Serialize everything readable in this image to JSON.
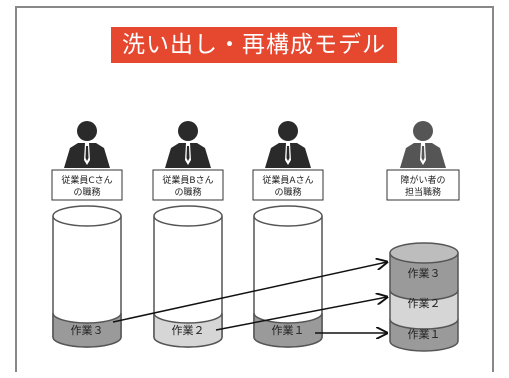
{
  "title": "洗い出し・再構成モデル",
  "employees": [
    {
      "label_line1": "従業員Cさん",
      "label_line2": "の職務",
      "task": "作業３"
    },
    {
      "label_line1": "従業員Bさん",
      "label_line2": "の職務",
      "task": "作業２"
    },
    {
      "label_line1": "従業員Aさん",
      "label_line2": "の職務",
      "task": "作業１"
    }
  ],
  "target": {
    "label_line1": "障がい者の",
    "label_line2": "担当職務",
    "tasks": [
      "作業３",
      "作業２",
      "作業１"
    ]
  },
  "colors": {
    "title_bg": "#e5472f",
    "task_dark": "#9a9a9a",
    "task_light": "#d6d6d6",
    "person": "#2a2a2a",
    "person_target": "#555555"
  }
}
